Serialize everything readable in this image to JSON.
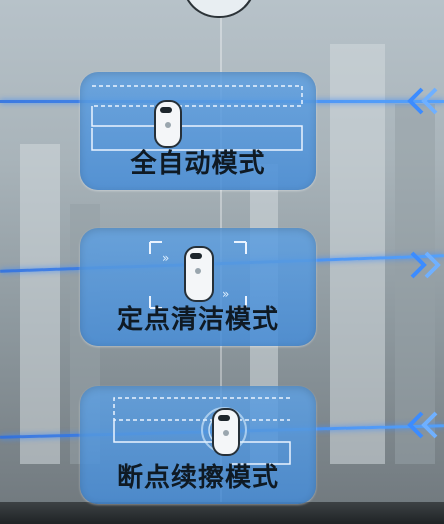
{
  "modes": [
    {
      "label": "全自动模式",
      "icon": "robot-full-auto-icon"
    },
    {
      "label": "定点清洁模式",
      "icon": "robot-spot-clean-icon"
    },
    {
      "label": "断点续擦模式",
      "icon": "robot-resume-icon"
    }
  ],
  "colors": {
    "card": "#5fa0e1",
    "beam": "#3c8cff",
    "text": "#0f1a24"
  }
}
